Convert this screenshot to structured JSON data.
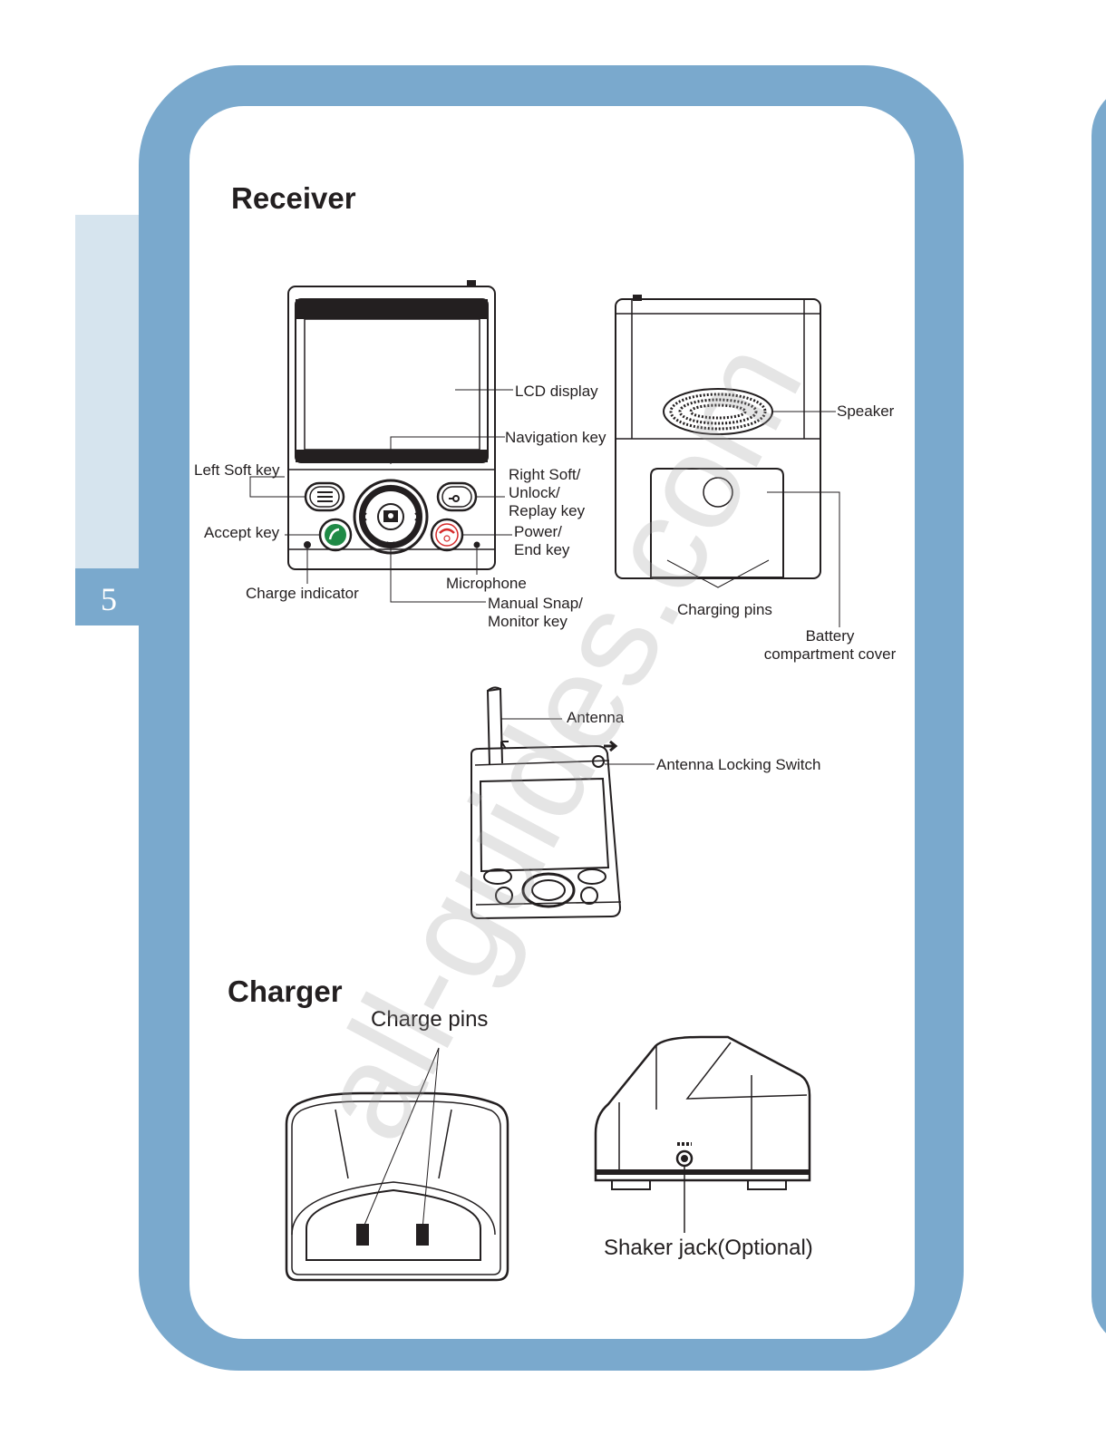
{
  "page": {
    "number": "5"
  },
  "receiver": {
    "title": "Receiver",
    "labels": {
      "lcd": "LCD display",
      "nav": "Navigation key",
      "left_soft": "Left Soft key",
      "right_soft": "Right Soft/\nUnlock/\nReplay key",
      "accept": "Accept key",
      "power": "Power/\nEnd key",
      "charge_indicator": "Charge indicator",
      "microphone": "Microphone",
      "manual_snap": "Manual Snap/\nMonitor key",
      "speaker": "Speaker",
      "charging_pins": "Charging pins",
      "battery_cover": "Battery\ncompartment cover",
      "antenna": "Antenna",
      "antenna_switch": "Antenna Locking Switch"
    }
  },
  "charger": {
    "title": "Charger",
    "labels": {
      "charge_pins": "Charge pins",
      "shaker_jack": "Shaker jack(Optional)"
    }
  },
  "watermark": "all-guides.com"
}
